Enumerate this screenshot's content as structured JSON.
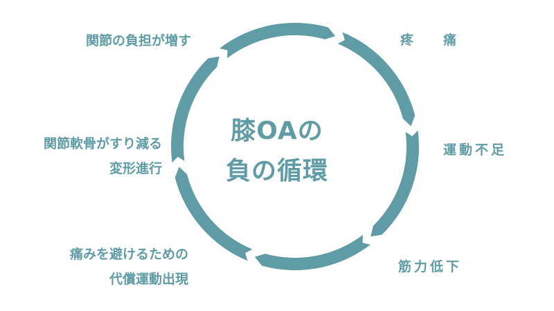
{
  "diagram": {
    "center_title": [
      "膝OAの",
      "負の循環"
    ],
    "steps": [
      "疼　痛",
      "運動不足",
      "筋力低下",
      [
        "痛みを避けるための",
        "代償運動出現"
      ],
      [
        "関節軟骨がすり減る",
        "変形進行"
      ],
      "関節の負担が増す"
    ],
    "colors": {
      "ring": "#5f9ca6",
      "text": "#5f9ca6",
      "background": "#ffffff"
    }
  }
}
